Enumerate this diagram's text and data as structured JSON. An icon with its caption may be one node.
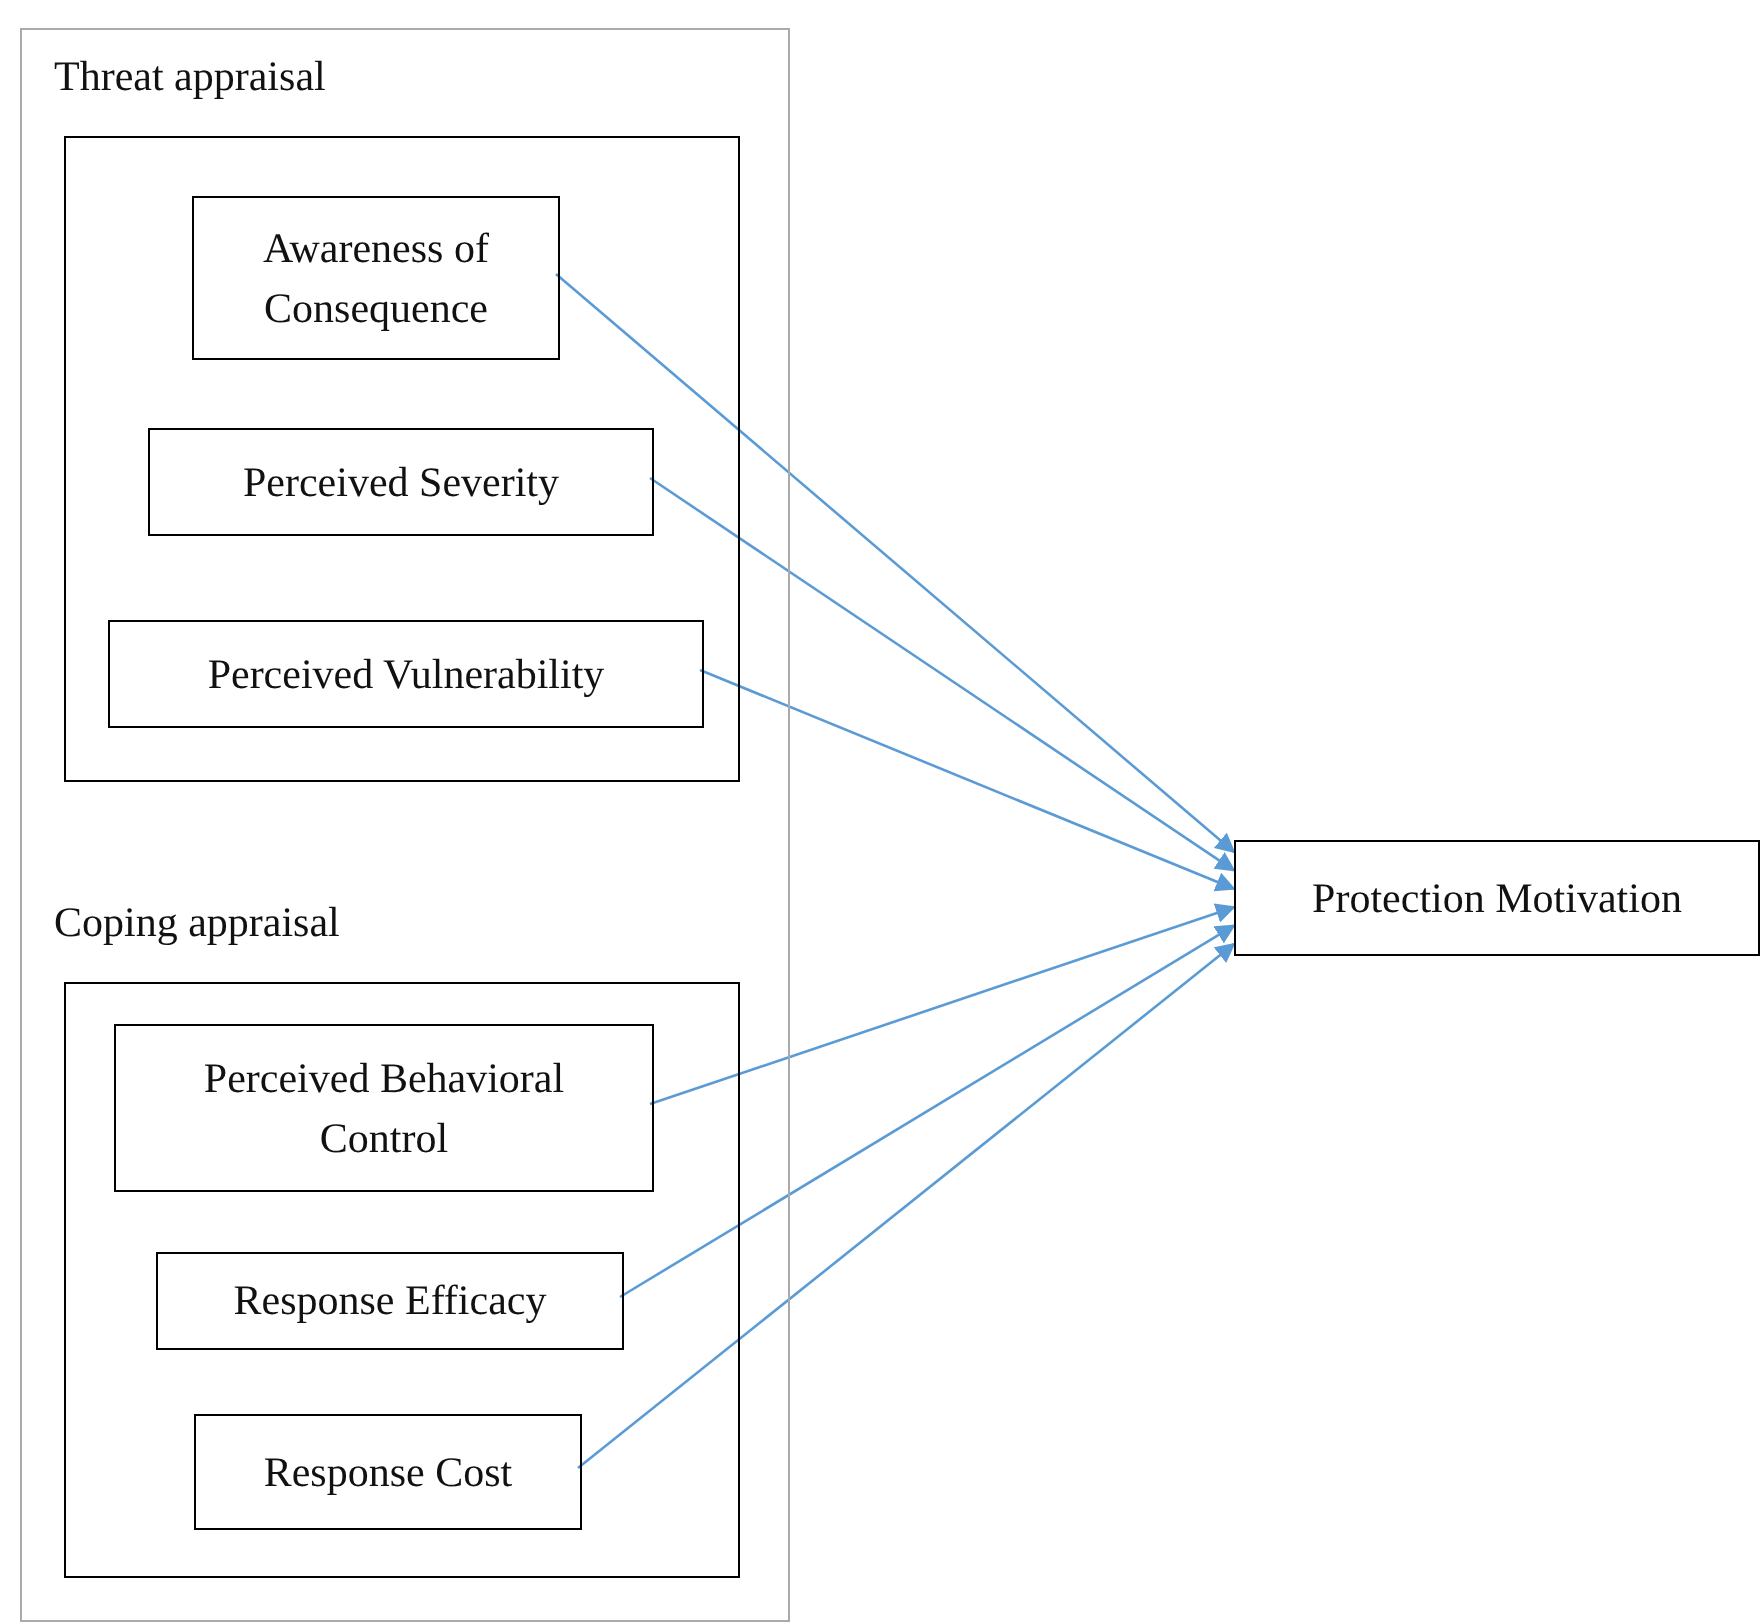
{
  "diagram": {
    "nodes": [
      {
        "text": [],
        "shape": "box"
      },
      {
        "text": [
          "Threat appraisal"
        ],
        "in": 0
      },
      {
        "text": [
          "Awareness of Consequence"
        ],
        "in": 1
      },
      {
        "text": [
          "Perceived Severity"
        ],
        "in": 1
      },
      {
        "text": [
          "Perceived Vulnerability"
        ],
        "in": 1
      },
      {
        "text": [
          "Coping appraisal"
        ],
        "in": 0
      },
      {
        "text": [
          "Perceived Behavioral Control"
        ],
        "in": 5
      },
      {
        "text": [
          "Response Efficacy"
        ],
        "in": 5
      },
      {
        "text": [
          "Response Cost"
        ],
        "in": 5
      },
      {
        "text": [
          "Protection Motivation"
        ]
      }
    ],
    "edges": [
      {
        "from": 2,
        "to": 9,
        "arrow": "to"
      },
      {
        "from": 3,
        "to": 9,
        "arrow": "to"
      },
      {
        "from": 4,
        "to": 9,
        "arrow": "to"
      },
      {
        "from": 6,
        "to": 9,
        "arrow": "to"
      },
      {
        "from": 7,
        "to": 9,
        "arrow": "to"
      },
      {
        "from": 8,
        "to": 9,
        "arrow": "to"
      }
    ]
  }
}
